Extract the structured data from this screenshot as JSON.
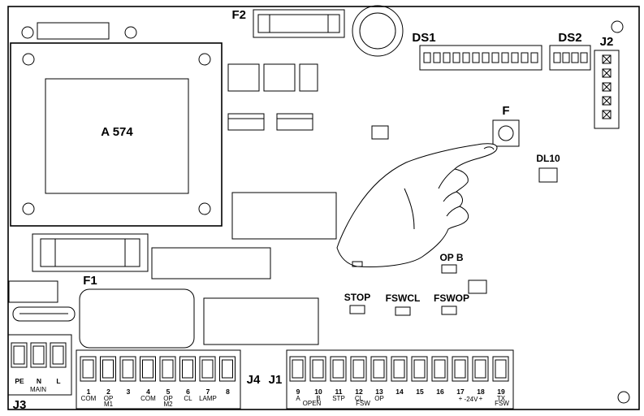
{
  "labels": {
    "transformer": "A 574",
    "f2": "F2",
    "ds1": "DS1",
    "ds2": "DS2",
    "j2": "J2",
    "f": "F",
    "dl10": "DL10",
    "opb": "OP B",
    "f1": "F1",
    "stop": "STOP",
    "fswcl": "FSWCL",
    "fswop": "FSWOP",
    "j3": "J3",
    "j4": "J4",
    "j1": "J1"
  },
  "j3": {
    "terminals": [
      "PE",
      "N",
      "L"
    ],
    "group_label": "MAIN"
  },
  "j4": {
    "numbers": [
      "1",
      "2",
      "3",
      "4",
      "5",
      "6",
      "7",
      "8"
    ],
    "sub": [
      "COM",
      "OP M1",
      "",
      "COM",
      "OP M2",
      "CL",
      "LAMP",
      ""
    ]
  },
  "j1": {
    "numbers": [
      "9",
      "10",
      "11",
      "12",
      "13",
      "14",
      "15",
      "16",
      "17",
      "18",
      "19"
    ],
    "sub": [
      "A",
      "B",
      "STP",
      "CL",
      "OP",
      "",
      "",
      "",
      "+",
      "+",
      "TX"
    ],
    "group1": "OPEN",
    "group2": "FSW",
    "group3": "-24V",
    "sub19b": "FSW"
  }
}
